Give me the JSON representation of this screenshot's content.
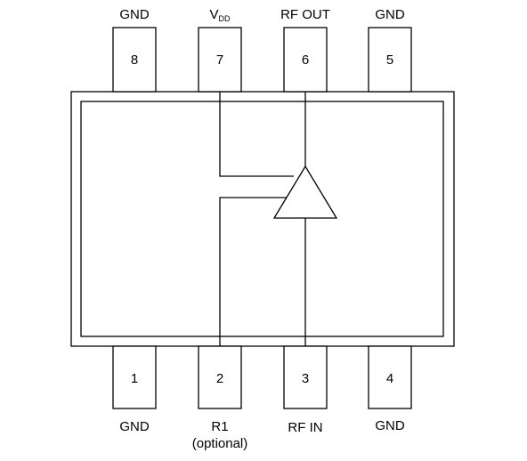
{
  "pins_top": [
    {
      "number": "8",
      "label": "GND"
    },
    {
      "number": "7",
      "label": "V",
      "label_sub": "DD"
    },
    {
      "number": "6",
      "label": "RF OUT"
    },
    {
      "number": "5",
      "label": "GND"
    }
  ],
  "pins_bottom": [
    {
      "number": "1",
      "label": "GND"
    },
    {
      "number": "2",
      "label": "R1",
      "label2": "(optional)"
    },
    {
      "number": "3",
      "label": "RF IN"
    },
    {
      "number": "4",
      "label": "GND"
    }
  ],
  "colors": {
    "stroke": "#000000",
    "fill": "#ffffff"
  }
}
